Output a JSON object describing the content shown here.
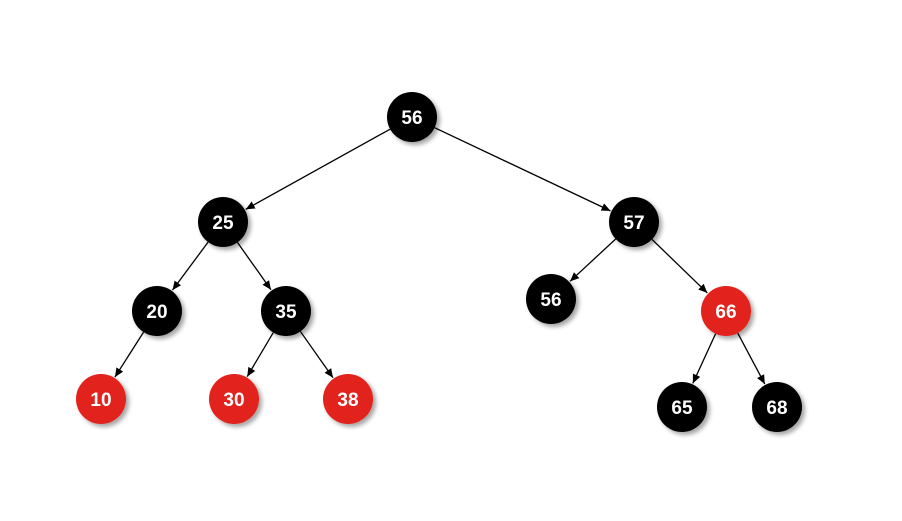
{
  "colors": {
    "black_node": "#000000",
    "red_node": "#e2231a",
    "edge": "#000000",
    "label": "#ffffff",
    "background": "#ffffff"
  },
  "tree": {
    "nodes": [
      {
        "id": "n56root",
        "label": "56",
        "color": "black"
      },
      {
        "id": "n25",
        "label": "25",
        "color": "black"
      },
      {
        "id": "n57",
        "label": "57",
        "color": "black"
      },
      {
        "id": "n20",
        "label": "20",
        "color": "black"
      },
      {
        "id": "n35",
        "label": "35",
        "color": "black"
      },
      {
        "id": "n56leaf",
        "label": "56",
        "color": "black"
      },
      {
        "id": "n66",
        "label": "66",
        "color": "red"
      },
      {
        "id": "n10",
        "label": "10",
        "color": "red"
      },
      {
        "id": "n30",
        "label": "30",
        "color": "red"
      },
      {
        "id": "n38",
        "label": "38",
        "color": "red"
      },
      {
        "id": "n65",
        "label": "65",
        "color": "black"
      },
      {
        "id": "n68",
        "label": "68",
        "color": "black"
      }
    ],
    "edges": [
      {
        "from": "n56root",
        "to": "n25"
      },
      {
        "from": "n56root",
        "to": "n57"
      },
      {
        "from": "n25",
        "to": "n20"
      },
      {
        "from": "n25",
        "to": "n35"
      },
      {
        "from": "n20",
        "to": "n10"
      },
      {
        "from": "n35",
        "to": "n30"
      },
      {
        "from": "n35",
        "to": "n38"
      },
      {
        "from": "n57",
        "to": "n56leaf"
      },
      {
        "from": "n57",
        "to": "n66"
      },
      {
        "from": "n66",
        "to": "n65"
      },
      {
        "from": "n66",
        "to": "n68"
      }
    ]
  }
}
